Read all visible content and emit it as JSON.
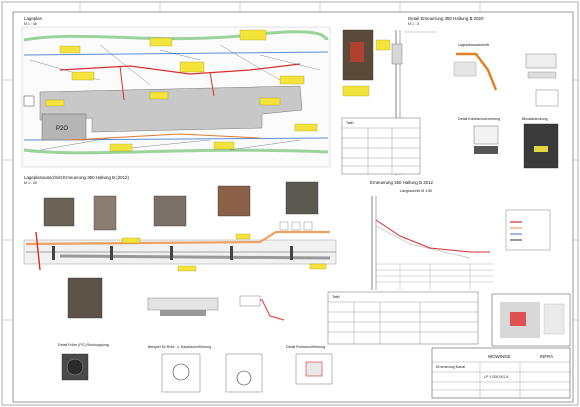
{
  "sheet": {
    "section_plan_title": "Lageplan",
    "section_plan_scale": "M 1 : 50",
    "section_plan_block": "P2O",
    "section_plan2_title": "Lageplanausschnitt Erneuerung 350 Haltung B (2012)",
    "section_plan2_scale": "M 1 : 50",
    "detail_top_title": "Detail Erneuerung 350 Haltung B 2020",
    "detail_top_sub": "M 1 : 5",
    "detail_right1": "Lageplanausschnitt",
    "detail_right2": "Detail Kabelschutzrohrung",
    "detail_right3": "Detail Schachtabdeckung",
    "detail_right4": "Blindabdeckung",
    "profile_title": "Erneuerung 350 Haltung B 2012",
    "profile_sub": "Längsschnitt M 1:50",
    "detail_bottom1": "Detail Fuller (PC) Rohrkupplung",
    "detail_bottom2": "Beispiel für Rohr- u. Kanaldurchführung",
    "detail_bottom3": "Detail Rohrdurchführung",
    "title_block_brand": "WOWINGE",
    "title_block_logo": "INFRA",
    "title_block_project": "Erneuerung Kanal",
    "title_block_drawing_no": "LP 1 000 001 A",
    "table_header": "Tafel"
  }
}
